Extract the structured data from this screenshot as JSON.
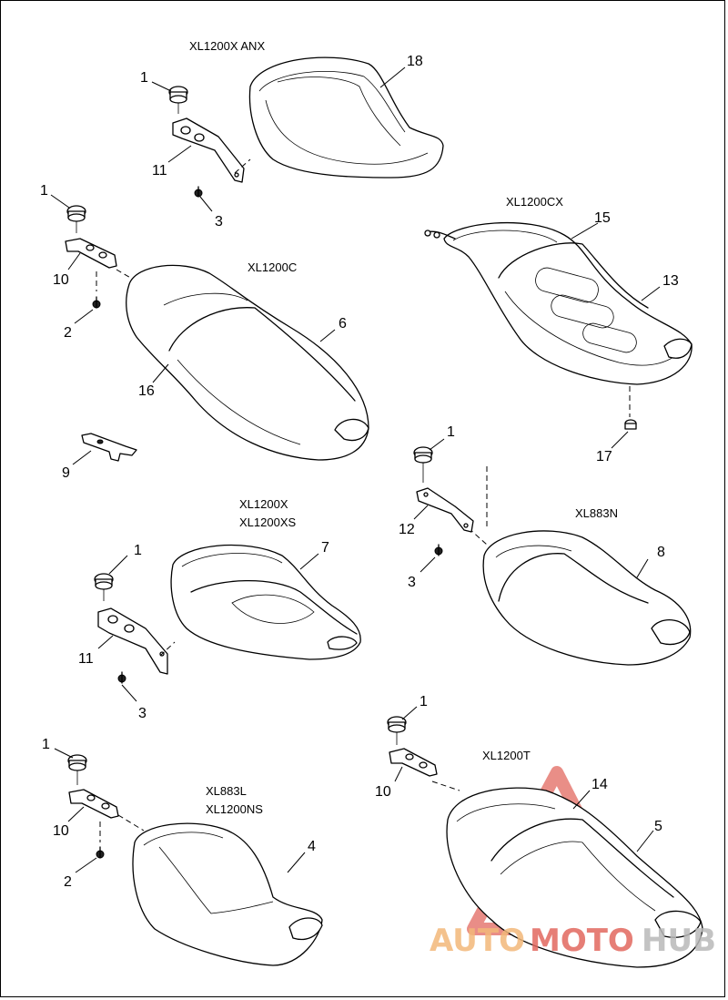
{
  "models": {
    "xl1200x_anx": "XL1200X ANX",
    "xl1200cx": "XL1200CX",
    "xl1200c": "XL1200C",
    "xl1200x": "XL1200X",
    "xl1200xs": "XL1200XS",
    "xl883n": "XL883N",
    "xl883l": "XL883L",
    "xl1200ns": "XL1200NS",
    "xl1200t": "XL1200T"
  },
  "callouts": {
    "c1a": "1",
    "c18": "18",
    "c11a": "11",
    "c3a": "3",
    "c1b": "1",
    "c15": "15",
    "c13": "13",
    "c10a": "10",
    "c2a": "2",
    "c6": "6",
    "c16": "16",
    "c17": "17",
    "c9": "9",
    "c1c": "1",
    "c12": "12",
    "c3b": "3",
    "c8": "8",
    "c1d": "1",
    "c7": "7",
    "c11b": "11",
    "c3c": "3",
    "c1e": "1",
    "c10b": "10",
    "c1f": "1",
    "c4": "4",
    "c2b": "2",
    "c10c": "10",
    "c14": "14",
    "c5": "5"
  },
  "watermark": {
    "part1": "AUTO",
    "part2": "MOTO",
    "part3": "HUB",
    "colors": {
      "orange": "#f3b87a",
      "red": "#e2685f",
      "gray": "#b9b9b9"
    }
  }
}
